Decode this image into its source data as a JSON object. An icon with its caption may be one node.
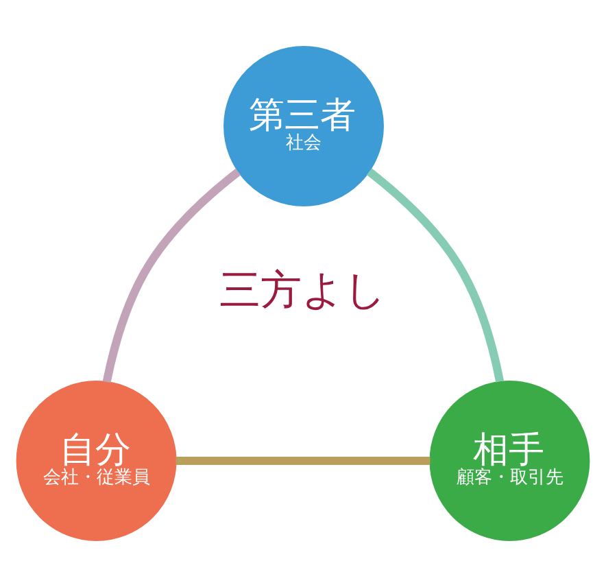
{
  "diagram": {
    "nodes": [
      {
        "text": [
          "第三者",
          "社会"
        ]
      },
      {
        "text": [
          "自分",
          "会社・従業員"
        ]
      },
      {
        "text": [
          "相手",
          "顧客・取引先"
        ]
      }
    ],
    "edges": [
      {
        "from": 0,
        "to": 1,
        "arrow": "none",
        "color": "#c3a3b8"
      },
      {
        "from": 1,
        "to": 2,
        "arrow": "none",
        "color": "#b99f5c"
      },
      {
        "from": 2,
        "to": 0,
        "arrow": "none",
        "color": "#86cbb4"
      }
    ],
    "labels": [
      "三方よし"
    ]
  }
}
